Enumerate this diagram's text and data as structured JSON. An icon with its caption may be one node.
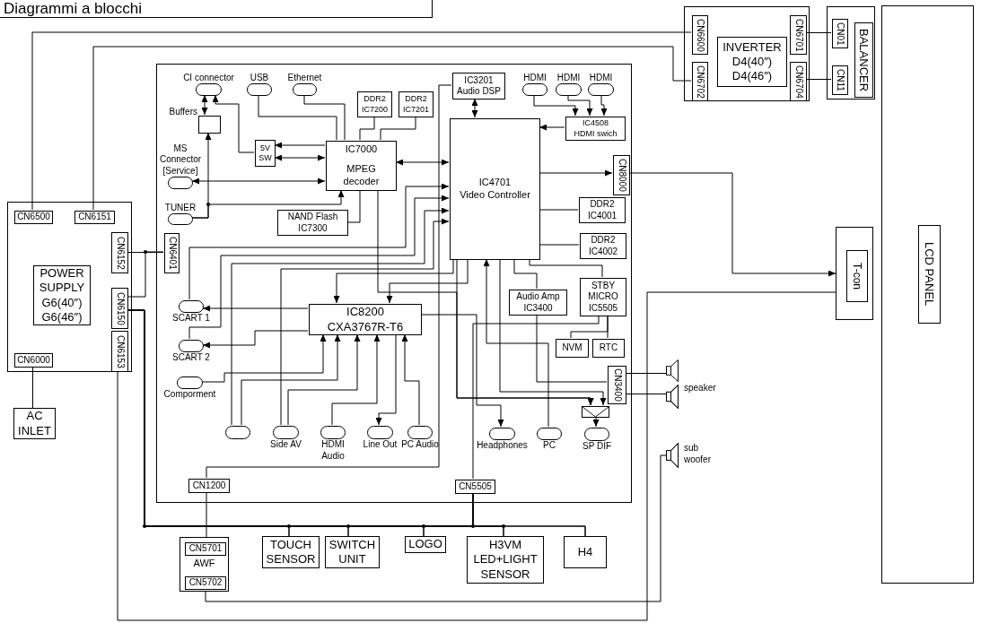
{
  "diagram": {
    "title": "Diagrammi a blocchi",
    "nodes": [
      {
        "text": [],
        "shape": "box"
      },
      {
        "text": [
          "CN6500"
        ],
        "in": 0
      },
      {
        "text": [
          "CN6151"
        ],
        "in": 0
      },
      {
        "text": [
          "CN6152"
        ],
        "in": 0
      },
      {
        "text": [
          "POWER SUPPLY G6(40″) G6(46″)"
        ],
        "in": 0
      },
      {
        "text": [
          "CN6150"
        ],
        "in": 0
      },
      {
        "text": [
          "CN6153"
        ],
        "in": 0
      },
      {
        "text": [
          "CN6000"
        ],
        "in": 0
      },
      {
        "text": [
          "AC INLET"
        ]
      },
      {
        "text": [],
        "shape": "box"
      },
      {
        "text": [
          "CI connector"
        ],
        "in": 9
      },
      {
        "text": [
          "USB"
        ],
        "in": 9
      },
      {
        "text": [
          "Ethernet"
        ],
        "in": 9
      },
      {
        "text": [
          "Buffers"
        ],
        "in": 9
      },
      {
        "text": [
          "DDR2",
          "IC7200"
        ],
        "in": 9
      },
      {
        "text": [
          "DDR2",
          "IC7201"
        ],
        "in": 9
      },
      {
        "text": [
          "IC3201",
          "Audio DSP"
        ],
        "in": 9
      },
      {
        "text": [
          "HDMI"
        ],
        "in": 9
      },
      {
        "text": [
          "HDMI"
        ],
        "in": 9
      },
      {
        "text": [
          "HDMI"
        ],
        "in": 9
      },
      {
        "text": [
          "IC4508",
          "HDMI swich"
        ],
        "in": 9
      },
      {
        "text": [
          "MS Connector [Service]"
        ],
        "in": 9
      },
      {
        "text": [
          "5V SW"
        ],
        "in": 9
      },
      {
        "text": [
          "IC7000",
          "MPEG decoder"
        ],
        "in": 9
      },
      {
        "text": [
          "IC4701",
          "Video Controller"
        ],
        "in": 9
      },
      {
        "text": [
          "TUNER"
        ],
        "in": 9
      },
      {
        "text": [
          "NAND Flash",
          "IC7300"
        ],
        "in": 9
      },
      {
        "text": [
          "CN8000"
        ],
        "in": 9
      },
      {
        "text": [
          "DDR2",
          "IC4001"
        ],
        "in": 9
      },
      {
        "text": [
          "DDR2",
          "IC4002"
        ],
        "in": 9
      },
      {
        "text": [
          "CN6401"
        ],
        "in": 9
      },
      {
        "text": [
          "SCART 1"
        ],
        "in": 9
      },
      {
        "text": [
          "IC8200",
          "CXA3767R-T6"
        ],
        "in": 9
      },
      {
        "text": [
          "SCART 2"
        ],
        "in": 9
      },
      {
        "text": [
          "Audio Amp",
          "IC3400"
        ],
        "in": 9
      },
      {
        "text": [
          "STBY MICRO",
          "IC5505"
        ],
        "in": 9
      },
      {
        "text": [
          "NVM"
        ],
        "in": 9
      },
      {
        "text": [
          "RTC"
        ],
        "in": 9
      },
      {
        "text": [
          "Comporment"
        ],
        "in": 9
      },
      {
        "text": [
          "CN3400"
        ],
        "in": 9
      },
      {
        "text": [],
        "shape": "box",
        "in": 9
      },
      {
        "text": [],
        "shape": "oval",
        "in": 9
      },
      {
        "text": [
          "Side AV"
        ],
        "in": 9
      },
      {
        "text": [
          "HDMI Audio"
        ],
        "in": 9
      },
      {
        "text": [
          "Line Out"
        ],
        "in": 9
      },
      {
        "text": [
          "PC Audio"
        ],
        "in": 9
      },
      {
        "text": [
          "Headphones"
        ],
        "in": 9
      },
      {
        "text": [
          "PC"
        ],
        "in": 9
      },
      {
        "text": [
          "SP DIF"
        ],
        "in": 9
      },
      {
        "text": [
          "CN1200"
        ],
        "in": 9
      },
      {
        "text": [
          "CN5505"
        ],
        "in": 9
      },
      {
        "text": [],
        "shape": "box"
      },
      {
        "text": [
          "CN6600"
        ],
        "in": 51
      },
      {
        "text": [
          "CN6702"
        ],
        "in": 51
      },
      {
        "text": [
          "INVERTER D4(40″) D4(46″)"
        ],
        "in": 51
      },
      {
        "text": [
          "CN6701"
        ],
        "in": 51
      },
      {
        "text": [
          "CN6704"
        ],
        "in": 51
      },
      {
        "text": [],
        "shape": "box"
      },
      {
        "text": [
          "CN01"
        ],
        "in": 57
      },
      {
        "text": [
          "CN11"
        ],
        "in": 57
      },
      {
        "text": [
          "BALANCER"
        ],
        "in": 57
      },
      {
        "text": [],
        "shape": "box"
      },
      {
        "text": [
          "T-con"
        ],
        "in": 61
      },
      {
        "text": [],
        "shape": "box"
      },
      {
        "text": [
          "LCD PANEL"
        ],
        "in": 63
      },
      {
        "text": [],
        "shape": "speaker"
      },
      {
        "text": [],
        "shape": "speaker"
      },
      {
        "text": [],
        "shape": "speaker",
        "beside": [
          "sub woofer"
        ]
      },
      {
        "text": [
          "AWF"
        ]
      },
      {
        "text": [
          "CN5701"
        ],
        "in": 68
      },
      {
        "text": [
          "CN5702"
        ],
        "in": 68
      },
      {
        "text": [
          "TOUCH SENSOR"
        ]
      },
      {
        "text": [
          "SWITCH UNIT"
        ]
      },
      {
        "text": [
          "LOGO"
        ]
      },
      {
        "text": [
          "H3VM LED+LIGHT SENSOR"
        ]
      },
      {
        "text": [
          "H4"
        ]
      }
    ],
    "edges": [
      {
        "from": 1,
        "to": 52,
        "arrow": "none"
      },
      {
        "from": 2,
        "to": 53,
        "arrow": "none"
      },
      {
        "from": 55,
        "to": 58,
        "arrow": "none"
      },
      {
        "from": 56,
        "to": 59,
        "arrow": "none"
      },
      {
        "from": 3,
        "to": 30,
        "arrow": "none"
      },
      {
        "from": 5,
        "to": 30,
        "arrow": "none"
      },
      {
        "from": 7,
        "to": 8,
        "arrow": "none"
      },
      {
        "from": 6,
        "to": 61,
        "arrow": "none"
      },
      {
        "from": 27,
        "to": 61,
        "arrow": "to"
      },
      {
        "from": 70,
        "to": 67,
        "arrow": "none"
      },
      {
        "from": 39,
        "to": 65,
        "arrow": "none"
      },
      {
        "from": 39,
        "to": 66,
        "arrow": "none"
      },
      {
        "from": 49,
        "to": 69,
        "arrow": "none"
      },
      {
        "from": 16,
        "to": 49,
        "arrow": "none"
      },
      {
        "from": 35,
        "to": 50,
        "arrow": "none"
      },
      {
        "from": 5,
        "to": 71,
        "arrow": "none"
      },
      {
        "from": 5,
        "to": 72,
        "arrow": "none"
      },
      {
        "from": 5,
        "to": 73,
        "arrow": "none"
      },
      {
        "from": 5,
        "to": 74,
        "arrow": "none"
      },
      {
        "from": 5,
        "to": 75,
        "arrow": "none"
      },
      {
        "from": 50,
        "to": 71,
        "arrow": "none"
      },
      {
        "from": 50,
        "to": 72,
        "arrow": "none"
      },
      {
        "from": 50,
        "to": 73,
        "arrow": "none"
      },
      {
        "from": 50,
        "to": 74,
        "arrow": "none"
      },
      {
        "from": 50,
        "to": 75,
        "arrow": "none"
      },
      {
        "from": 10,
        "to": 13,
        "arrow": "both"
      },
      {
        "from": 22,
        "to": 10,
        "arrow": "to"
      },
      {
        "from": 23,
        "to": 22,
        "arrow": "to"
      },
      {
        "from": 23,
        "to": 22,
        "arrow": "both"
      },
      {
        "from": 11,
        "to": 23,
        "arrow": "none"
      },
      {
        "from": 12,
        "to": 23,
        "arrow": "none"
      },
      {
        "from": 14,
        "to": 23,
        "arrow": "none"
      },
      {
        "from": 15,
        "to": 23,
        "arrow": "none"
      },
      {
        "from": 21,
        "to": 23,
        "arrow": "both"
      },
      {
        "from": 25,
        "to": 13,
        "arrow": "to"
      },
      {
        "from": 25,
        "to": 23,
        "arrow": "to"
      },
      {
        "from": 26,
        "to": 23,
        "arrow": "none"
      },
      {
        "from": 23,
        "to": 24,
        "arrow": "both"
      },
      {
        "from": 16,
        "to": 24,
        "arrow": "both"
      },
      {
        "from": 17,
        "to": 20,
        "arrow": "to"
      },
      {
        "from": 18,
        "to": 20,
        "arrow": "to"
      },
      {
        "from": 19,
        "to": 20,
        "arrow": "to"
      },
      {
        "from": 20,
        "to": 24,
        "arrow": "to"
      },
      {
        "from": 24,
        "to": 27,
        "arrow": "to"
      },
      {
        "from": 24,
        "to": 28,
        "arrow": "none"
      },
      {
        "from": 24,
        "to": 29,
        "arrow": "none"
      },
      {
        "from": 24,
        "to": 35,
        "arrow": "none"
      },
      {
        "from": 24,
        "to": 34,
        "arrow": "none"
      },
      {
        "from": 34,
        "to": 39,
        "arrow": "none"
      },
      {
        "from": 24,
        "to": 40,
        "arrow": "to"
      },
      {
        "from": 23,
        "to": 40,
        "arrow": "to"
      },
      {
        "from": 24,
        "to": 40,
        "arrow": "to"
      },
      {
        "from": 47,
        "to": 24,
        "arrow": "to"
      },
      {
        "from": 35,
        "to": 36,
        "arrow": "none"
      },
      {
        "from": 35,
        "to": 37,
        "arrow": "none"
      },
      {
        "from": 40,
        "to": 48,
        "arrow": "to"
      },
      {
        "from": 24,
        "to": 32,
        "arrow": "to"
      },
      {
        "from": 24,
        "to": 32,
        "arrow": "to"
      },
      {
        "from": 32,
        "to": 31,
        "arrow": "to"
      },
      {
        "from": 32,
        "to": 33,
        "arrow": "to"
      },
      {
        "from": 31,
        "to": 24,
        "arrow": "to"
      },
      {
        "from": 33,
        "to": 24,
        "arrow": "to"
      },
      {
        "from": 41,
        "to": 24,
        "arrow": "to"
      },
      {
        "from": 41,
        "to": 32,
        "arrow": "to"
      },
      {
        "from": 42,
        "to": 24,
        "arrow": "to"
      },
      {
        "from": 42,
        "to": 32,
        "arrow": "to"
      },
      {
        "from": 38,
        "to": 32,
        "arrow": "to"
      },
      {
        "from": 43,
        "to": 32,
        "arrow": "to"
      },
      {
        "from": 32,
        "to": 44,
        "arrow": "to"
      },
      {
        "from": 45,
        "to": 32,
        "arrow": "to"
      },
      {
        "from": 32,
        "to": 46,
        "arrow": "to"
      }
    ],
    "labels": [
      "speaker"
    ]
  }
}
